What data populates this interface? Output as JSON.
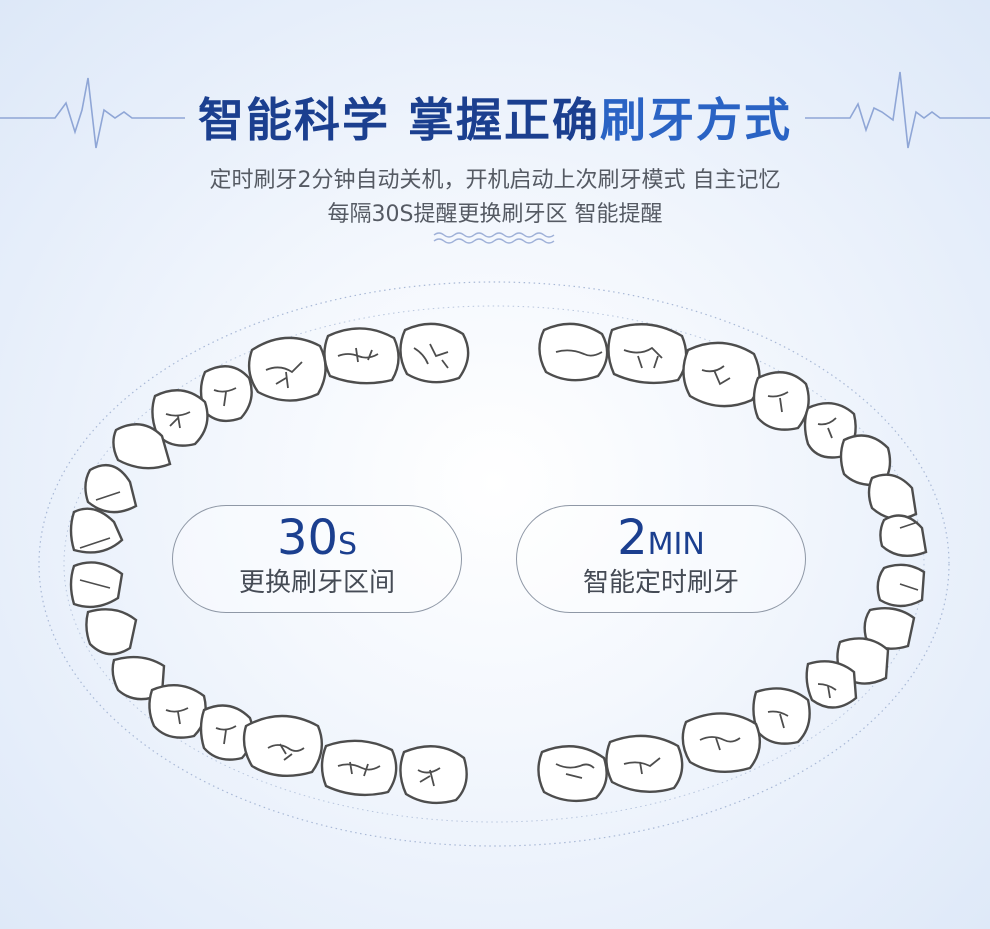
{
  "header": {
    "title_part1": "智能科学",
    "title_part2": "掌握正确",
    "title_part3": "刷牙方式",
    "subtitle_line1": "定时刷牙2分钟自动关机，开机启动上次刷牙模式 自主记忆",
    "subtitle_line2": "每隔30S提醒更换刷牙区 智能提醒"
  },
  "left_badge": {
    "number": "30",
    "unit": "S",
    "label": "更换刷牙区间"
  },
  "right_badge": {
    "number": "2",
    "unit": "MIN",
    "label": "智能定时刷牙"
  },
  "colors": {
    "title": "#1b3f8f",
    "accent": "#2a63c4",
    "outline": "#4d4d4d",
    "line": "#8fa6d6"
  },
  "icons": [
    "heartbeat-line-icon",
    "wave-divider-icon",
    "teeth-upper-icon",
    "teeth-lower-icon"
  ]
}
